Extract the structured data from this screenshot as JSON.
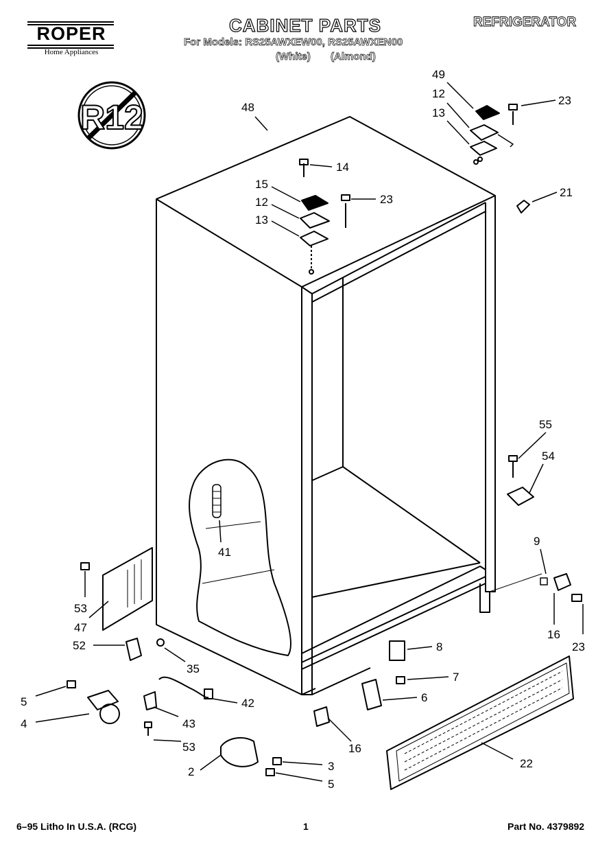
{
  "header": {
    "brand": "ROPER",
    "brand_tagline": "Home Appliances",
    "title": "CABINET PARTS",
    "category": "REFRIGERATOR",
    "models_line": "For Models: RS25AWXEW00, RS25AWXEN00",
    "variant_white": "(White)",
    "variant_almond": "(Almond)"
  },
  "badge": {
    "text": "R12"
  },
  "callouts": {
    "n48": "48",
    "n49": "49",
    "n12a": "12",
    "n13a": "13",
    "n23a": "23",
    "n14": "14",
    "n15": "15",
    "n12b": "12",
    "n13b": "13",
    "n23b": "23",
    "n21": "21",
    "n55": "55",
    "n54": "54",
    "n41": "41",
    "n9": "9",
    "n53a": "53",
    "n47": "47",
    "n16a": "16",
    "n23c": "23",
    "n52": "52",
    "n8": "8",
    "n35": "35",
    "n7": "7",
    "n5a": "5",
    "n42": "42",
    "n6": "6",
    "n4": "4",
    "n43": "43",
    "n16b": "16",
    "n53b": "53",
    "n22": "22",
    "n2": "2",
    "n3": "3",
    "n5b": "5"
  },
  "footer": {
    "print_info": "6–95 Litho In U.S.A. (RCG)",
    "page_number": "1",
    "part_number": "Part No. 4379892"
  }
}
